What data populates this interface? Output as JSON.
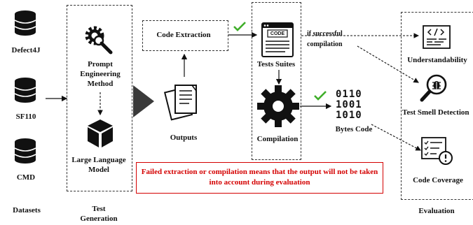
{
  "datasets": {
    "items": [
      "Defect4J",
      "SF110",
      "CMD"
    ],
    "caption": "Datasets"
  },
  "test_generation": {
    "prompt_label": "Prompt Engineering Method",
    "llm_label": "Large Language Model",
    "caption": "Test Generation"
  },
  "process": {
    "code_extraction": "Code Extraction",
    "outputs": "Outputs",
    "tests_suites": "Tests Suites",
    "compilation": "Compilation",
    "bytes_code": "Bytes Code",
    "bytes_lines": [
      "0110",
      "1001",
      "1010"
    ],
    "code_badge": "CODE",
    "if_successful": "if successful compilation"
  },
  "evaluation": {
    "items": [
      "Understandability",
      "Test Smell Detection",
      "Code Coverage"
    ],
    "caption": "Evaluation"
  },
  "note": "Failed extraction or compilation means that the output will not be taken into account during evaluation",
  "colors": {
    "check": "#3fae2a",
    "note_red": "#d40000",
    "ink": "#111111"
  }
}
